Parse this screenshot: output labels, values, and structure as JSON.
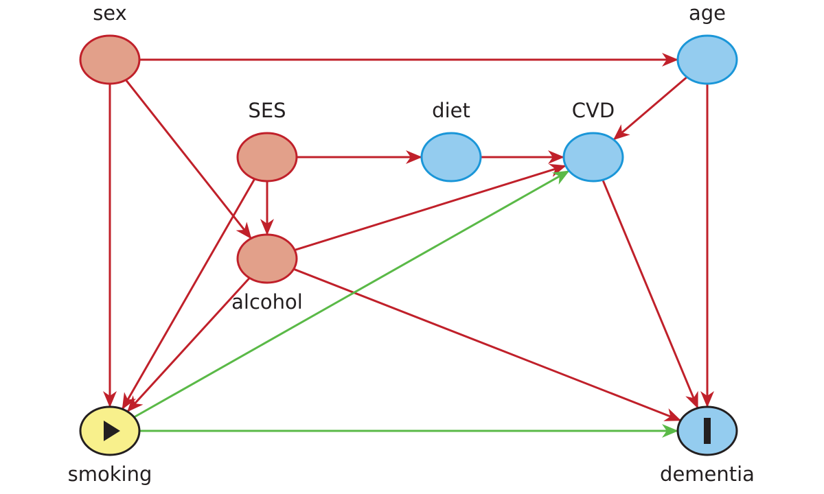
{
  "diagram": {
    "type": "directed-acyclic-graph",
    "colors": {
      "confounder_fill": "#e2a08a",
      "confounder_stroke": "#c0202a",
      "other_fill": "#94ccef",
      "other_stroke": "#1a96d8",
      "exposure_fill": "#f8f08c",
      "outcome_fill": "#94ccef",
      "key_stroke": "#231f20",
      "biasing_path": "#c0202a",
      "causal_path": "#5ab947"
    },
    "nodes": [
      {
        "id": "sex",
        "label": "sex",
        "role": "confounder"
      },
      {
        "id": "age",
        "label": "age",
        "role": "other"
      },
      {
        "id": "SES",
        "label": "SES",
        "role": "confounder"
      },
      {
        "id": "diet",
        "label": "diet",
        "role": "other"
      },
      {
        "id": "CVD",
        "label": "CVD",
        "role": "other"
      },
      {
        "id": "alcohol",
        "label": "alcohol",
        "role": "confounder"
      },
      {
        "id": "smoking",
        "label": "smoking",
        "role": "exposure",
        "icon": "play-icon"
      },
      {
        "id": "dementia",
        "label": "dementia",
        "role": "outcome",
        "icon": "bar-icon"
      }
    ],
    "edges": [
      {
        "from": "sex",
        "to": "age",
        "kind": "biasing"
      },
      {
        "from": "sex",
        "to": "smoking",
        "kind": "biasing"
      },
      {
        "from": "sex",
        "to": "alcohol",
        "kind": "biasing"
      },
      {
        "from": "age",
        "to": "CVD",
        "kind": "biasing"
      },
      {
        "from": "age",
        "to": "dementia",
        "kind": "biasing"
      },
      {
        "from": "SES",
        "to": "diet",
        "kind": "biasing"
      },
      {
        "from": "SES",
        "to": "alcohol",
        "kind": "biasing"
      },
      {
        "from": "SES",
        "to": "smoking",
        "kind": "biasing"
      },
      {
        "from": "diet",
        "to": "CVD",
        "kind": "biasing"
      },
      {
        "from": "alcohol",
        "to": "CVD",
        "kind": "biasing"
      },
      {
        "from": "alcohol",
        "to": "smoking",
        "kind": "biasing"
      },
      {
        "from": "alcohol",
        "to": "dementia",
        "kind": "biasing"
      },
      {
        "from": "CVD",
        "to": "dementia",
        "kind": "biasing"
      },
      {
        "from": "smoking",
        "to": "CVD",
        "kind": "causal"
      },
      {
        "from": "smoking",
        "to": "dementia",
        "kind": "causal"
      }
    ]
  }
}
